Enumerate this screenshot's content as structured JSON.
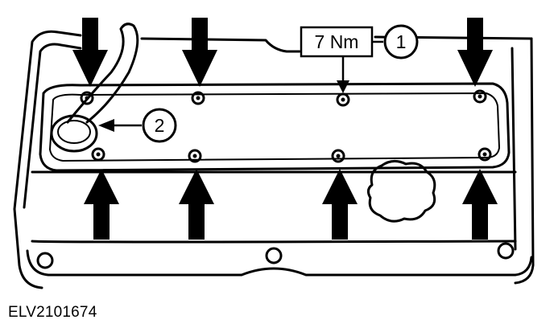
{
  "diagram": {
    "torque_label": "7 Nm",
    "callouts": [
      {
        "number": "1"
      },
      {
        "number": "2"
      }
    ],
    "figure_code": "ELV2101674"
  },
  "colors": {
    "line": "#000000",
    "background": "#ffffff"
  }
}
